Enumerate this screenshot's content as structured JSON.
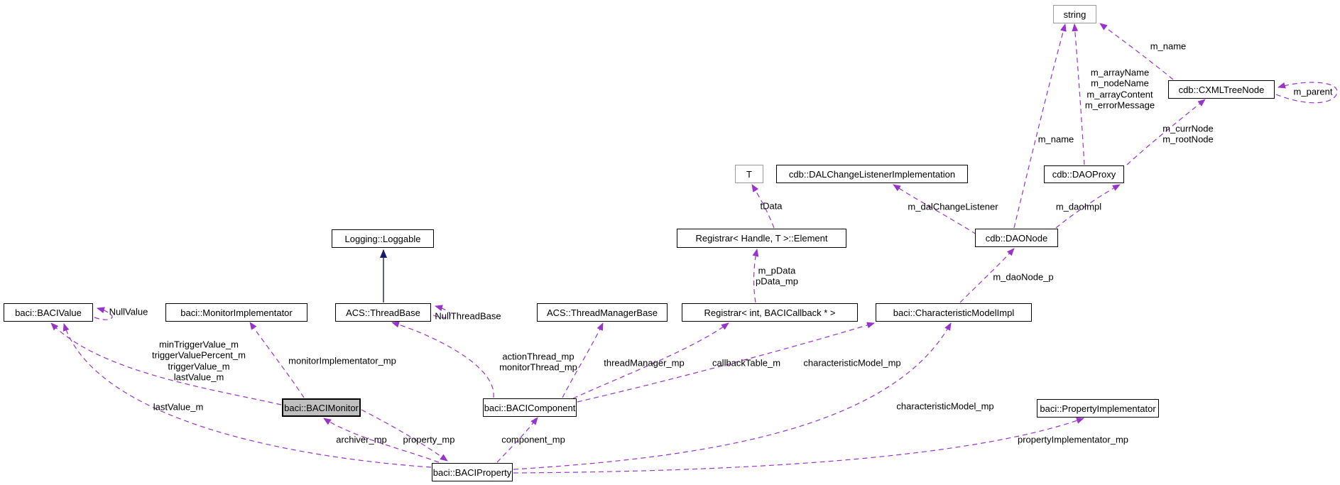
{
  "diagram": {
    "kind": "doxygen-collaboration-graph",
    "focus_class": "baci::BACIMonitor",
    "colors": {
      "usage_edge": "#9a32cd",
      "inheritance_edge": "#191970",
      "node_border": "#000000",
      "external_node_border": "#9a9a9a",
      "highlight_fill": "#bfbfbf",
      "background": "#ffffff"
    },
    "nodes": [
      {
        "label": "string"
      },
      {
        "label": "cdb::CXMLTreeNode"
      },
      {
        "label": "T"
      },
      {
        "label": "cdb::DALChangeListenerImplementation"
      },
      {
        "label": "cdb::DAOProxy"
      },
      {
        "label": "Logging::Loggable"
      },
      {
        "label": "Registrar< Handle, T >::Element"
      },
      {
        "label": "cdb::DAONode"
      },
      {
        "label": "baci::BACIValue"
      },
      {
        "label": "baci::MonitorImplementator"
      },
      {
        "label": "ACS::ThreadBase"
      },
      {
        "label": "ACS::ThreadManagerBase"
      },
      {
        "label": "Registrar< int, BACICallback * >"
      },
      {
        "label": "baci::CharacteristicModelImpl"
      },
      {
        "label": "baci::BACIMonitor"
      },
      {
        "label": "baci::BACIComponent"
      },
      {
        "label": "baci::PropertyImplementator"
      },
      {
        "label": "baci::BACIProperty"
      }
    ],
    "edge_labels": [
      {
        "text": "m_name"
      },
      {
        "text": "m_arrayName\nm_nodeName\nm_arrayContent\nm_errorMessage"
      },
      {
        "text": "m_parent"
      },
      {
        "text": "m_currNode\nm_rootNode"
      },
      {
        "text": "m_name"
      },
      {
        "text": "tData"
      },
      {
        "text": "m_dalChangeListener"
      },
      {
        "text": "m_daoImpl"
      },
      {
        "text": "m_pData\npData_mp"
      },
      {
        "text": "m_daoNode_p"
      },
      {
        "text": "NullValue"
      },
      {
        "text": "NullThreadBase"
      },
      {
        "text": "minTriggerValue_m\ntriggerValuePercent_m\ntriggerValue_m\nlastValue_m"
      },
      {
        "text": "monitorImplementator_mp"
      },
      {
        "text": "actionThread_mp\nmonitorThread_mp"
      },
      {
        "text": "threadManager_mp"
      },
      {
        "text": "callbackTable_m"
      },
      {
        "text": "characteristicModel_mp"
      },
      {
        "text": "characteristicModel_mp"
      },
      {
        "text": "lastValue_m"
      },
      {
        "text": "archiver_mp"
      },
      {
        "text": "property_mp"
      },
      {
        "text": "component_mp"
      },
      {
        "text": "propertyImplementator_mp"
      }
    ]
  }
}
